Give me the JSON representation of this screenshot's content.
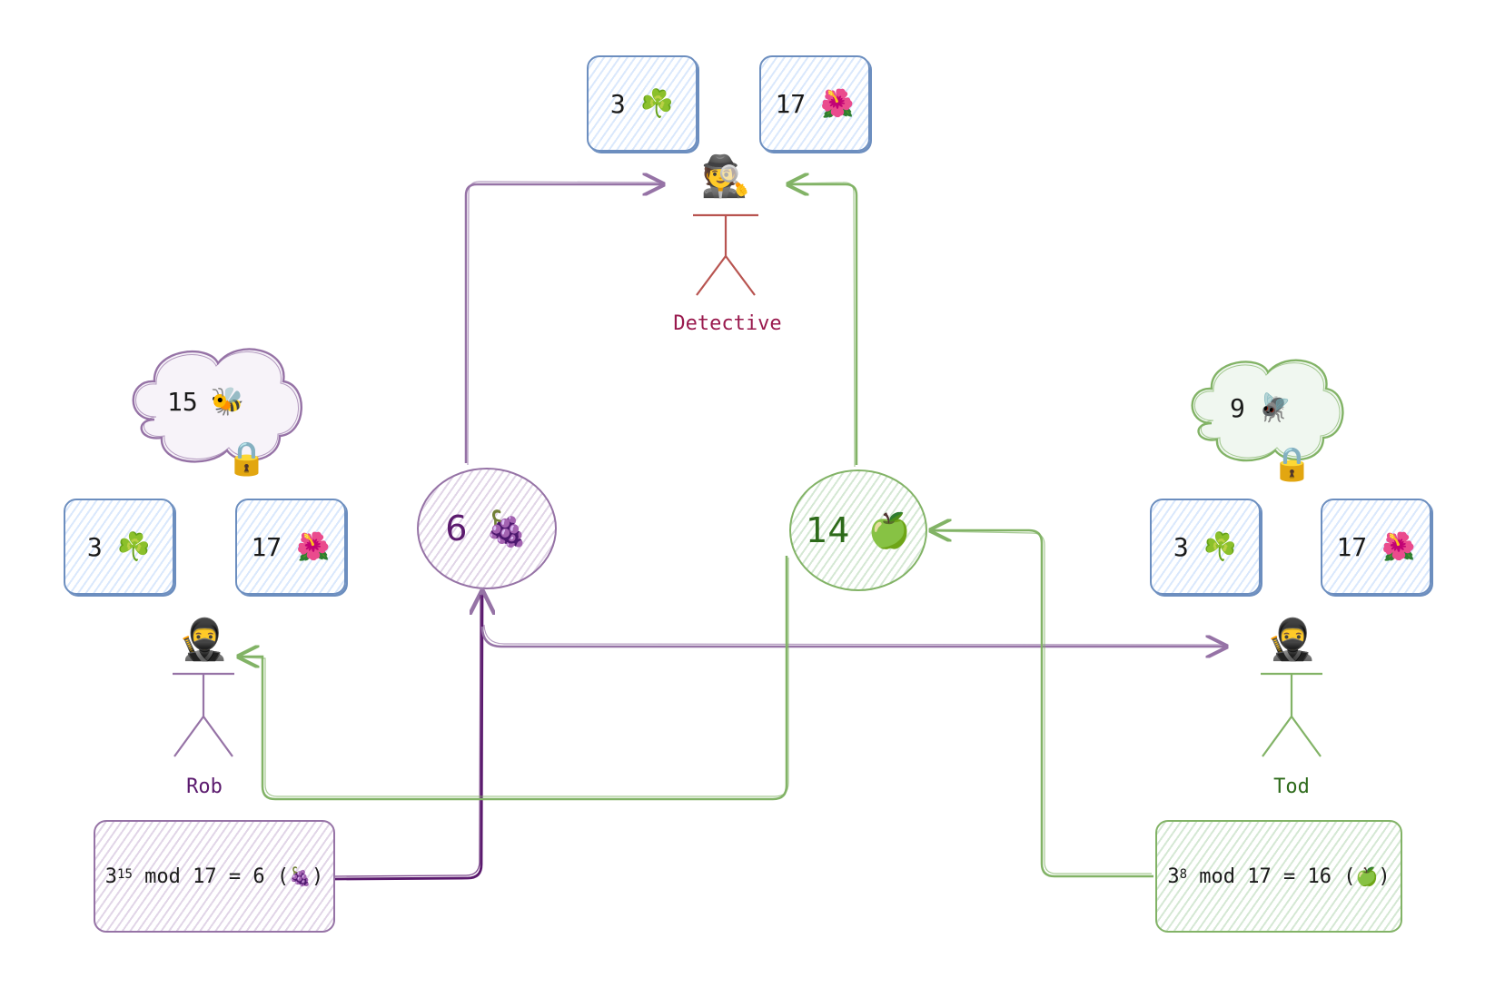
{
  "colors": {
    "rob": "#9673a6",
    "rob_dark": "#5b1a6e",
    "tod": "#82b366",
    "tod_dark": "#2d6a1a",
    "detective": "#b85450",
    "detective_label": "#99194d",
    "box_stroke": "#6c8ebf",
    "box_fill": "#dae8fc"
  },
  "detective": {
    "label": "Detective",
    "icon": "detective-emoji",
    "public_base": {
      "value": "3",
      "icon": "shamrock"
    },
    "public_modulus": {
      "value": "17",
      "icon": "hibiscus"
    }
  },
  "rob": {
    "label": "Rob",
    "icon": "ninja-emoji",
    "secret": {
      "value": "15",
      "icon": "bee"
    },
    "public_base": {
      "value": "3",
      "icon": "shamrock"
    },
    "public_modulus": {
      "value": "17",
      "icon": "hibiscus"
    },
    "formula": {
      "base": "3",
      "exponent": "15",
      "rest": " mod 17 = 6 (",
      "close": ")",
      "icon": "grapes"
    },
    "public_value": {
      "value": "6",
      "icon": "grapes"
    }
  },
  "tod": {
    "label": "Tod",
    "icon": "ninja-emoji",
    "secret": {
      "value": "9",
      "icon": "fly"
    },
    "public_base": {
      "value": "3",
      "icon": "shamrock"
    },
    "public_modulus": {
      "value": "17",
      "icon": "hibiscus"
    },
    "formula": {
      "base": "3",
      "exponent": "8",
      "rest": " mod 17 = 16 (",
      "close": ")",
      "icon": "green-apple"
    },
    "public_value": {
      "value": "14",
      "icon": "green-apple"
    }
  },
  "glyphs": {
    "shamrock": "☘️",
    "hibiscus": "🌺",
    "bee": "🐝",
    "fly": "🪰",
    "lock": "🔒",
    "grapes": "🍇",
    "green_apple": "🍏",
    "ninja": "🥷",
    "detective": "🕵️"
  }
}
